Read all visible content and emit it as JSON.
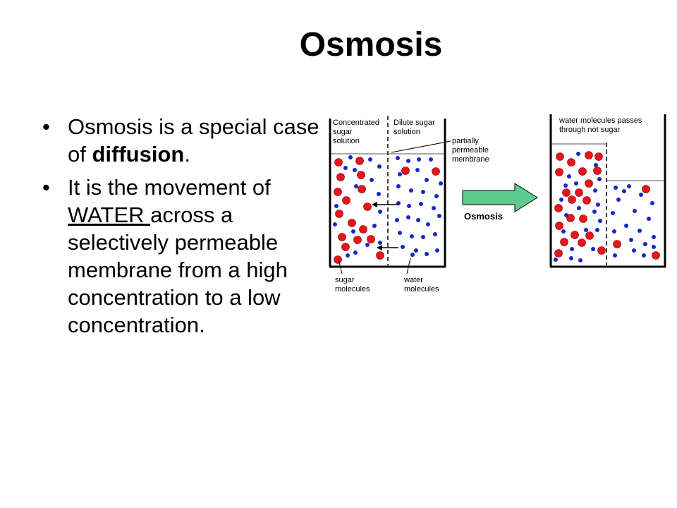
{
  "slide": {
    "title": "Osmosis",
    "bullets": [
      {
        "pre": "Osmosis is a special case of ",
        "bold": "diffusion",
        "post": "."
      },
      {
        "pre": "It is the movement of ",
        "underlined": "WATER ",
        "post": "across a selectively permeable membrane from a high concentration to a low concentration."
      }
    ]
  },
  "diagram": {
    "left_beaker": {
      "concentrated_label": [
        "Concentrated",
        "sugar",
        "solution"
      ],
      "dilute_label": [
        "Dilute sugar",
        "solution"
      ],
      "membrane_label": [
        "partially",
        "permeable",
        "membrane"
      ],
      "sugar_label": [
        "sugar",
        "molecules"
      ],
      "water_label": [
        "water",
        "molecules"
      ]
    },
    "arrow_label": "Osmosis",
    "right_beaker": {
      "caption": [
        "water molecules passes",
        "through not sugar"
      ]
    },
    "colors": {
      "sugar": "#e8141b",
      "water": "#1428c8",
      "arrow": "#5ecc8c"
    }
  }
}
